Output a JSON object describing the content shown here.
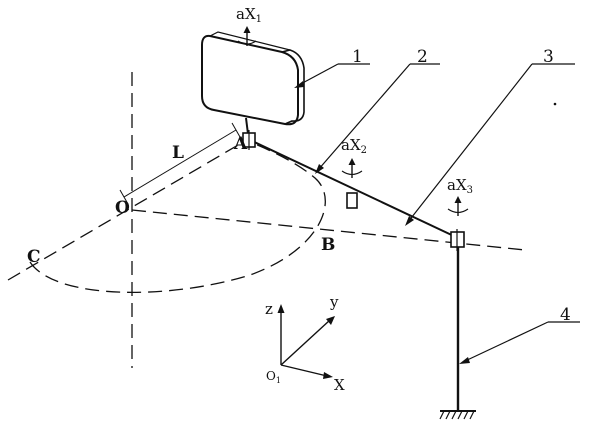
{
  "parts": {
    "p1": "1",
    "p2": "2",
    "p3": "3",
    "p4": "4"
  },
  "points": {
    "A": "A",
    "B": "B",
    "C": "C",
    "O": "O",
    "L": "L"
  },
  "joint_axes": {
    "ax1_main": "aX",
    "ax1_sub": "1",
    "ax2_main": "aX",
    "ax2_sub": "2",
    "ax3_main": "aX",
    "ax3_sub": "3"
  },
  "coord": {
    "z": "z",
    "y": "y",
    "x": "X",
    "origin_main": "O",
    "origin_sub": "1"
  }
}
